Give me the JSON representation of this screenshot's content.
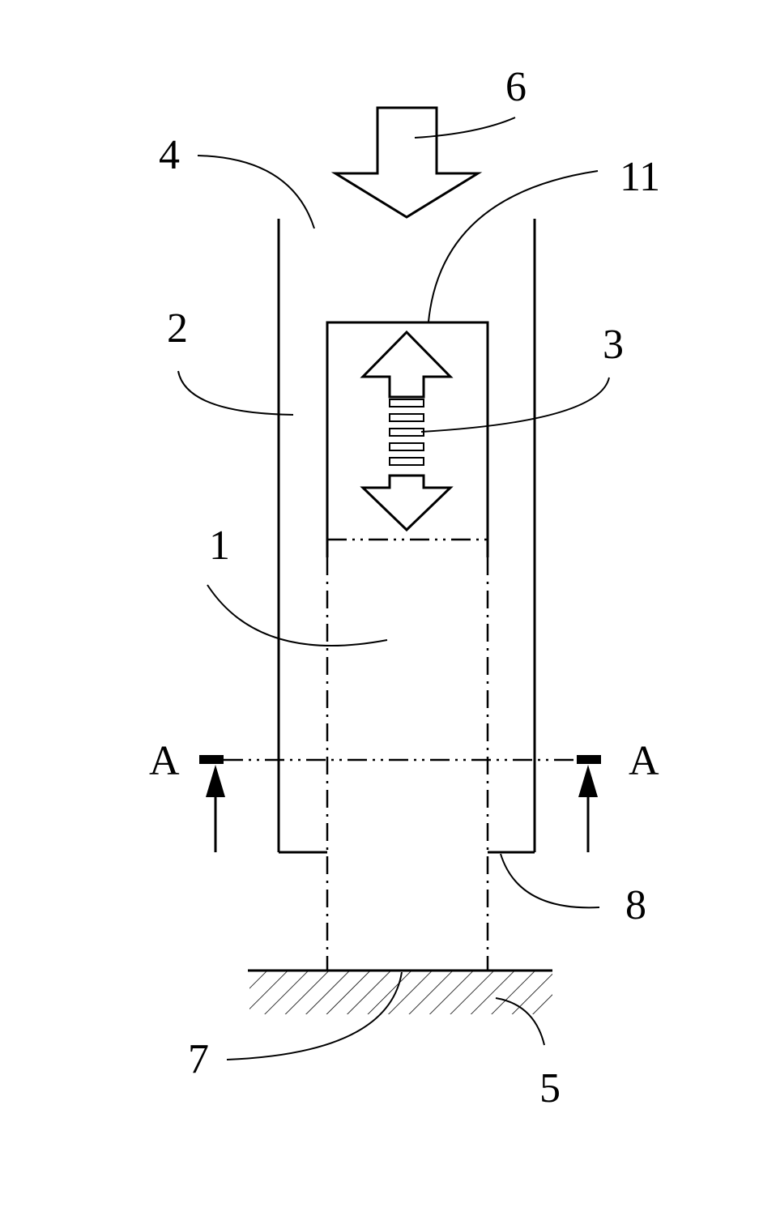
{
  "labels": {
    "l1": "1",
    "l2": "2",
    "l3": "3",
    "l4": "4",
    "l5": "5",
    "l6": "6",
    "l7": "7",
    "l8": "8",
    "l11": "11",
    "section_left": "A",
    "section_right": "A"
  },
  "style": {
    "line_color": "#000000",
    "background": "#ffffff"
  }
}
